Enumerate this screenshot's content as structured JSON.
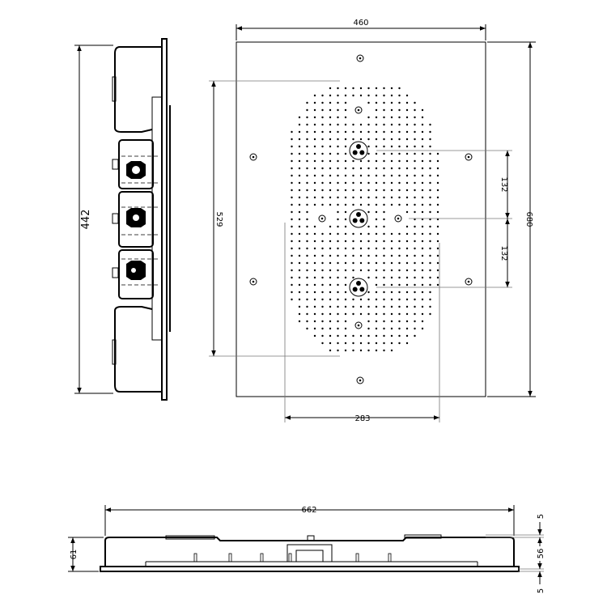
{
  "dimensions": {
    "front_width": "460",
    "front_height": "680",
    "spray_height": "529",
    "spray_width": "283",
    "jet_spacing_top": "132",
    "jet_spacing_bottom": "132",
    "side_height": "442",
    "bottom_width": "662",
    "bottom_height": "61",
    "bottom_top_offset": "5",
    "bottom_middle": "56",
    "bottom_bottom_offset": "5"
  },
  "colors": {
    "line": "#000000",
    "background": "#ffffff"
  }
}
